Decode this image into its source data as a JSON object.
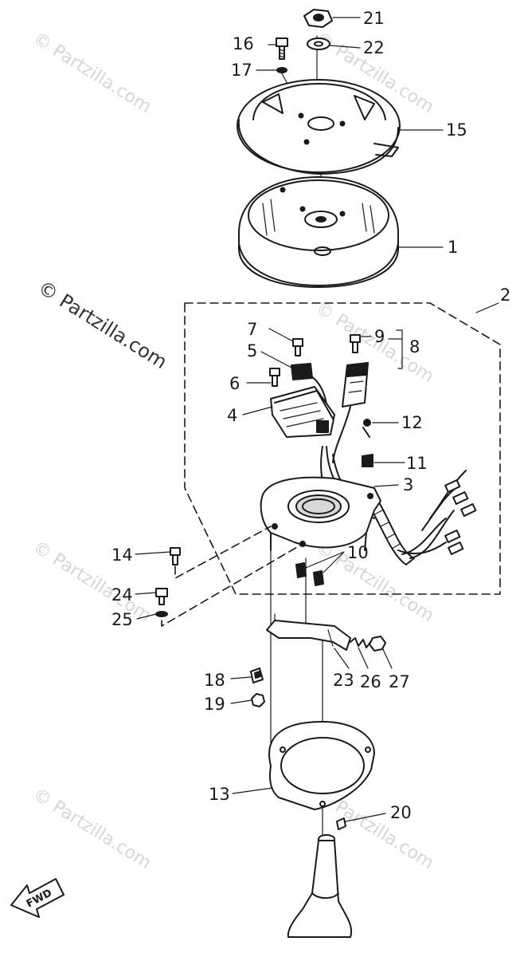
{
  "watermark": {
    "text": "© Partzilla.com"
  },
  "direction_marker": {
    "label": "FWD",
    "icon": "arrow-left-icon"
  },
  "callouts": [
    {
      "id": "c21",
      "text": "21"
    },
    {
      "id": "c16",
      "text": "16"
    },
    {
      "id": "c22",
      "text": "22"
    },
    {
      "id": "c17",
      "text": "17"
    },
    {
      "id": "c15",
      "text": "15"
    },
    {
      "id": "c1",
      "text": "1"
    },
    {
      "id": "c2",
      "text": "2"
    },
    {
      "id": "c7",
      "text": "7"
    },
    {
      "id": "c9",
      "text": "9"
    },
    {
      "id": "c8",
      "text": "8"
    },
    {
      "id": "c5",
      "text": "5"
    },
    {
      "id": "c6",
      "text": "6"
    },
    {
      "id": "c4",
      "text": "4"
    },
    {
      "id": "c12",
      "text": "12"
    },
    {
      "id": "c11",
      "text": "11"
    },
    {
      "id": "c3",
      "text": "3"
    },
    {
      "id": "c14",
      "text": "14"
    },
    {
      "id": "c10",
      "text": "10"
    },
    {
      "id": "c24",
      "text": "24"
    },
    {
      "id": "c25",
      "text": "25"
    },
    {
      "id": "c18",
      "text": "18"
    },
    {
      "id": "c23",
      "text": "23"
    },
    {
      "id": "c26",
      "text": "26"
    },
    {
      "id": "c27",
      "text": "27"
    },
    {
      "id": "c19",
      "text": "19"
    },
    {
      "id": "c13",
      "text": "13"
    },
    {
      "id": "c20",
      "text": "20"
    }
  ]
}
